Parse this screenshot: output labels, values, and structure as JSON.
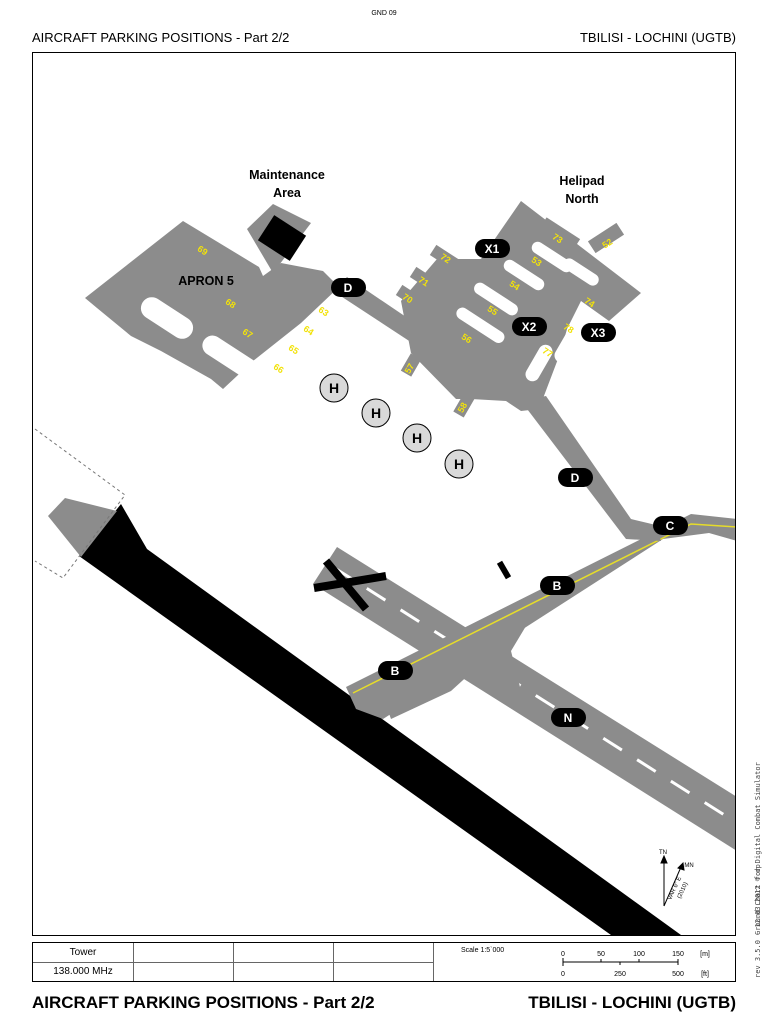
{
  "page_code": "GND 09",
  "header": {
    "left": "AIRCRAFT PARKING POSITIONS  -  Part 2/2",
    "right": "TBILISI - LOCHINI (UGTB)"
  },
  "footer": {
    "left": "AIRCRAFT PARKING POSITIONS  -  Part 2/2",
    "right": "TBILISI - LOCHINI (UGTB)"
  },
  "side_text": "Ground Chart for Digital Combat Simulator",
  "revision": "rev 3.5.0  -  12.03.2012 © dp",
  "map": {
    "areas": {
      "maintenance": "Maintenance\nArea",
      "helipad": "Helipad\nNorth",
      "apron": "APRON  5"
    },
    "taxiway_labels": [
      "D",
      "X1",
      "X2",
      "X3",
      "D",
      "C",
      "B",
      "B",
      "N"
    ],
    "helipad_markers": [
      "H",
      "H",
      "H",
      "H"
    ],
    "parking_spots": [
      "69",
      "68",
      "67",
      "66",
      "65",
      "64",
      "63",
      "72",
      "71",
      "70",
      "57",
      "58",
      "56",
      "55",
      "54",
      "53",
      "73",
      "52",
      "74",
      "78",
      "77"
    ],
    "compass": {
      "true_north": "TN",
      "magnetic_north": "MN",
      "variation": "VAR 6° E",
      "variation_year": "(2010)"
    }
  },
  "info": {
    "frequency_label": "Tower",
    "frequency_value": "138.000 MHz",
    "scale_label": "Scale 1:5`000",
    "scale_m": [
      "0",
      "50",
      "100",
      "150"
    ],
    "scale_m_unit": "[m]",
    "scale_ft": [
      "0",
      "250",
      "500"
    ],
    "scale_ft_unit": "[ft]"
  },
  "colors": {
    "pavement": "#8c8c8c",
    "runway": "#000000",
    "parking_label": "#f2e20a",
    "centerline": "#e6dc2a",
    "helipad": "#d9d9d9"
  }
}
